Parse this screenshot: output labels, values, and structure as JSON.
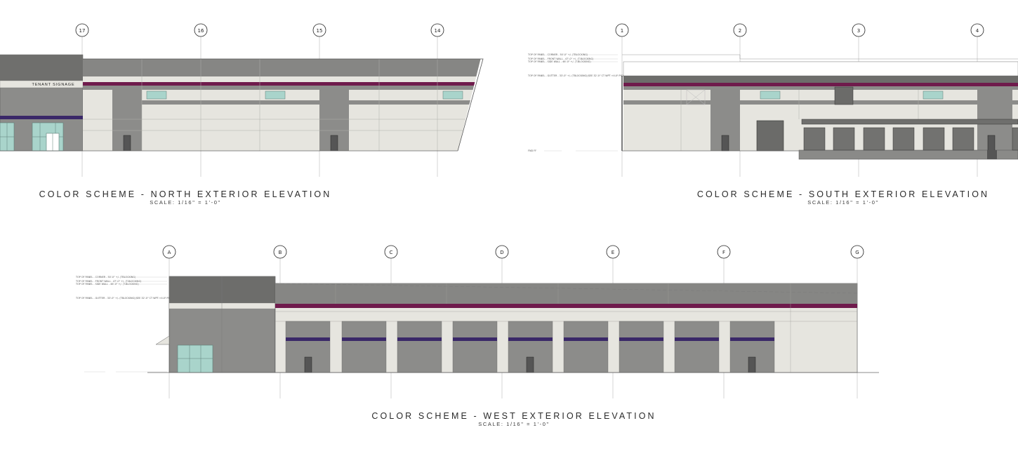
{
  "elevations": {
    "north": {
      "title": "COLOR SCHEME - NORTH EXTERIOR ELEVATION",
      "scale": "SCALE: 1/16\" = 1'-0\"",
      "grid_lines": [
        "17",
        "16",
        "15",
        "14"
      ],
      "signage": "TENANT SIGNAGE"
    },
    "south": {
      "title": "COLOR SCHEME - SOUTH EXTERIOR ELEVATION",
      "scale": "SCALE: 1/16\" = 1'-0\"",
      "grid_lines": [
        "1",
        "2",
        "3",
        "4"
      ],
      "level_notes": [
        "TOP OF PANEL - CORNER - 50'-0\" +/- (TBLOCKING)",
        "TOP OF PANEL - FRONT WALL - 47'-0\" +/- (T.BLOCKING)",
        "TOP OF PANEL - SIDE WALL - 46'-0\" +/- (T.BLOCKING)",
        "TOP OF PANEL - GUTTER - 33'-0\" +/- (TBLOCKING)(SEE 32'-0\" CT WPT +4.0\" PICKET)",
        "FND FF"
      ]
    },
    "west": {
      "title": "COLOR SCHEME - WEST EXTERIOR ELEVATION",
      "scale": "SCALE: 1/16\" = 1'-0\"",
      "grid_lines": [
        "A",
        "B",
        "C",
        "D",
        "E",
        "F",
        "G"
      ],
      "level_notes": [
        "TOP OF PANEL - CORNER - 50'-0\" +/- (TBLOCKING)",
        "TOP OF PANEL - FRONT WALL - 47'-0\" +/- (T.BLOCKING)",
        "TOP OF PANEL - SIDE WALL - 46'-0\" +/- (T.BLOCKING)",
        "TOP OF PANEL - GUTTER - 33'-0\" +/- (TBLOCKING)(SEE 32'-0\" CT WPT +4.0\" PICKET)"
      ]
    }
  },
  "colors": {
    "panel_light": "#e6e5df",
    "panel_mid": "#8c8c8a",
    "panel_dark": "#727270",
    "accent_maroon": "#6f1b4c",
    "accent_purple": "#3a2868",
    "glazing": "#a9d4cb"
  }
}
